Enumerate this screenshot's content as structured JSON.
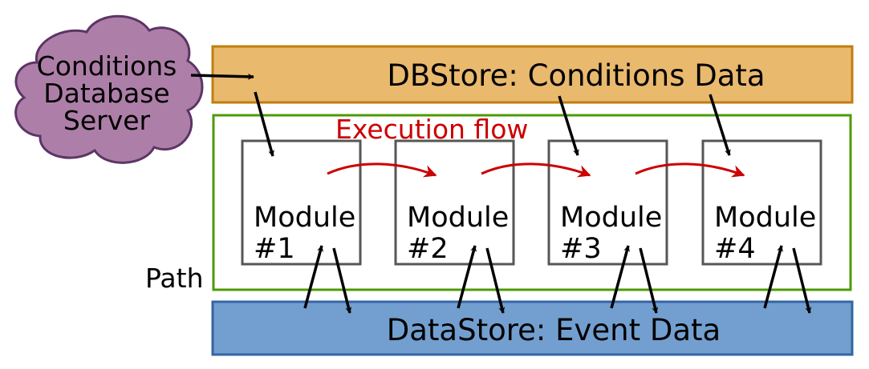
{
  "cloud": {
    "lines": [
      "Conditions",
      "Database",
      "Server"
    ],
    "fill": "#ad7fa8",
    "stroke": "#5c3566"
  },
  "db_store": {
    "label": "DBStore: Conditions Data",
    "fill": "#e9b96e",
    "stroke": "#c17d11"
  },
  "path": {
    "label": "Path",
    "stroke": "#4e9a06"
  },
  "execution_flow": {
    "label": "Execution flow",
    "color": "#cc0000"
  },
  "modules": [
    {
      "name": "Module",
      "number": "#1"
    },
    {
      "name": "Module",
      "number": "#2"
    },
    {
      "name": "Module",
      "number": "#3"
    },
    {
      "name": "Module",
      "number": "#4"
    }
  ],
  "module_style": {
    "stroke": "#555753",
    "fill": "#ffffff"
  },
  "data_store": {
    "label": "DataStore: Event Data",
    "fill": "#729fcf",
    "stroke": "#3465a4"
  }
}
